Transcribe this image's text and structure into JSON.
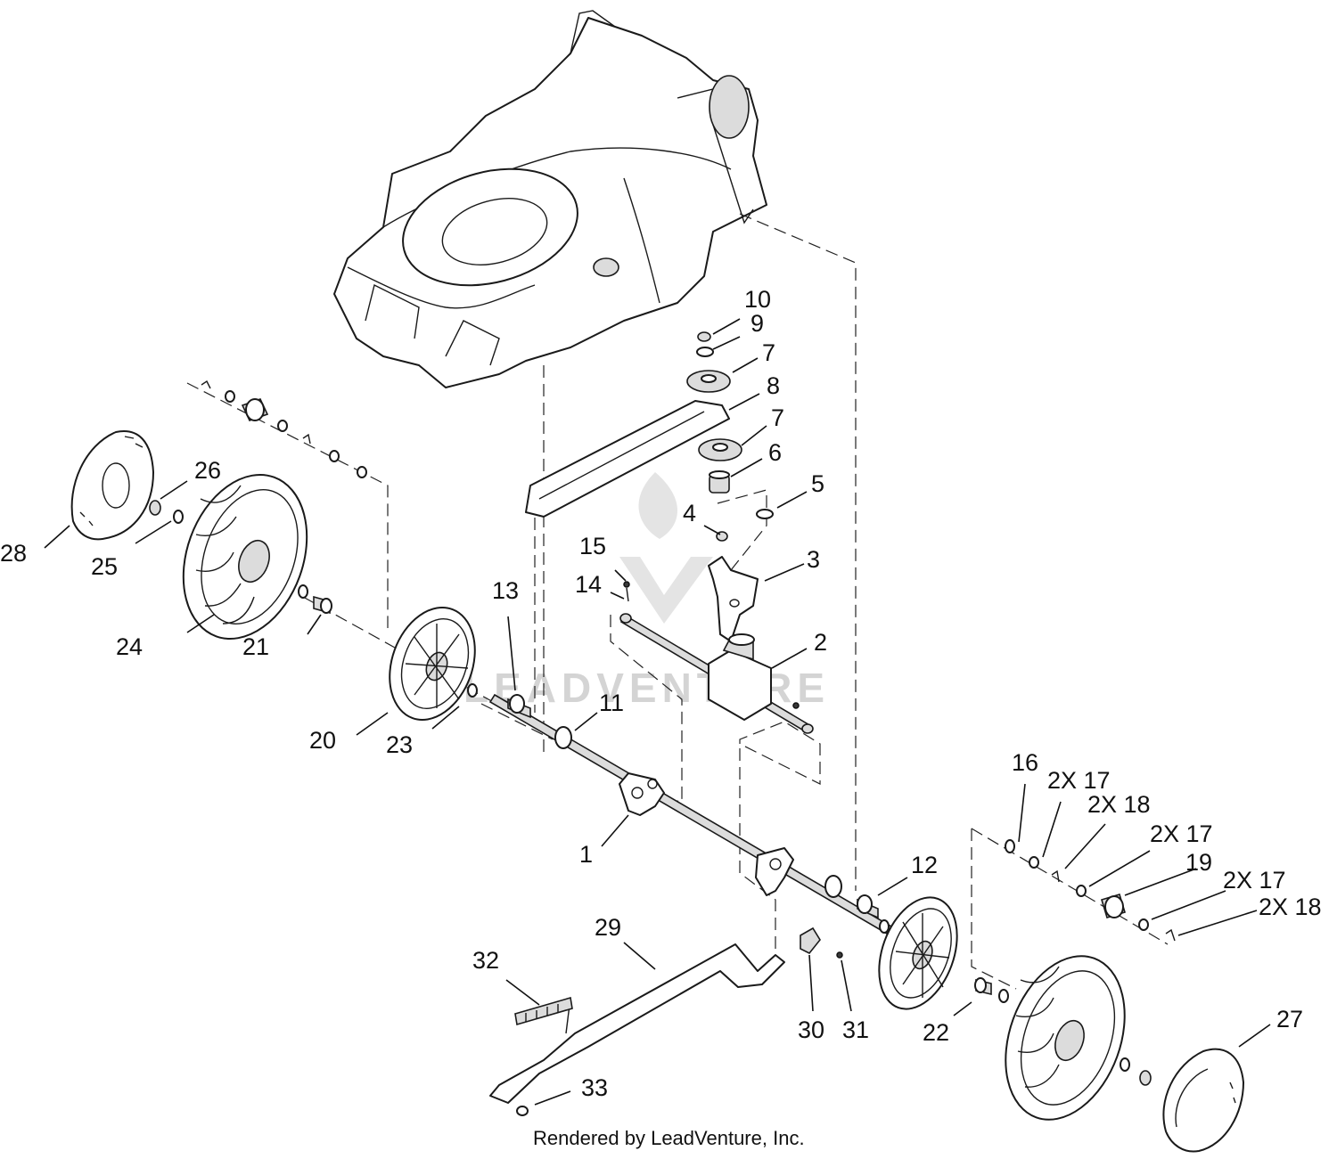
{
  "watermark": "LEADVENTURE",
  "footer": "Rendered by LeadVenture, Inc.",
  "callouts": {
    "c1": "1",
    "c2": "2",
    "c3": "3",
    "c4": "4",
    "c5": "5",
    "c6": "6",
    "c7a": "7",
    "c7b": "7",
    "c8": "8",
    "c9": "9",
    "c10": "10",
    "c11": "11",
    "c12": "12",
    "c13": "13",
    "c14": "14",
    "c15": "15",
    "c16": "16",
    "c17a": "2X 17",
    "c18a": "2X 18",
    "c17b": "2X 17",
    "c19": "19",
    "c17c": "2X 17",
    "c18b": "2X 18",
    "c20": "20",
    "c21": "21",
    "c22": "22",
    "c23": "23",
    "c24": "24",
    "c25": "25",
    "c26": "26",
    "c27": "27",
    "c28": "28",
    "c29": "29",
    "c30": "30",
    "c31": "31",
    "c32": "32",
    "c33": "33"
  }
}
